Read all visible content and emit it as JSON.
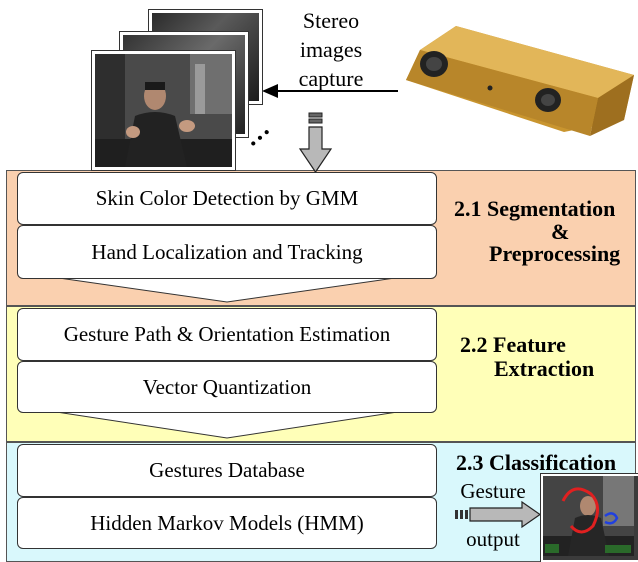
{
  "capture": {
    "label": [
      "Stereo",
      "images",
      "capture"
    ],
    "ellipsis": "…"
  },
  "stages": [
    {
      "id": "segmentation",
      "title_lines": [
        "2.1 Segmentation",
        "&",
        "Preprocessing"
      ],
      "color": "#FAD0AF",
      "steps": [
        "Skin Color Detection by GMM",
        "Hand Localization and Tracking"
      ]
    },
    {
      "id": "feature",
      "title_lines": [
        "2.2 Feature",
        "Extraction"
      ],
      "color": "#FFFFB8",
      "steps": [
        "Gesture Path & Orientation Estimation",
        "Vector Quantization"
      ]
    },
    {
      "id": "classification",
      "title_lines": [
        "2.3 Classification"
      ],
      "color": "#D9F8FC",
      "steps": [
        "Gestures Database",
        "Hidden Markov Models (HMM)"
      ]
    }
  ],
  "output": {
    "label": [
      "Gesture",
      "output"
    ]
  }
}
